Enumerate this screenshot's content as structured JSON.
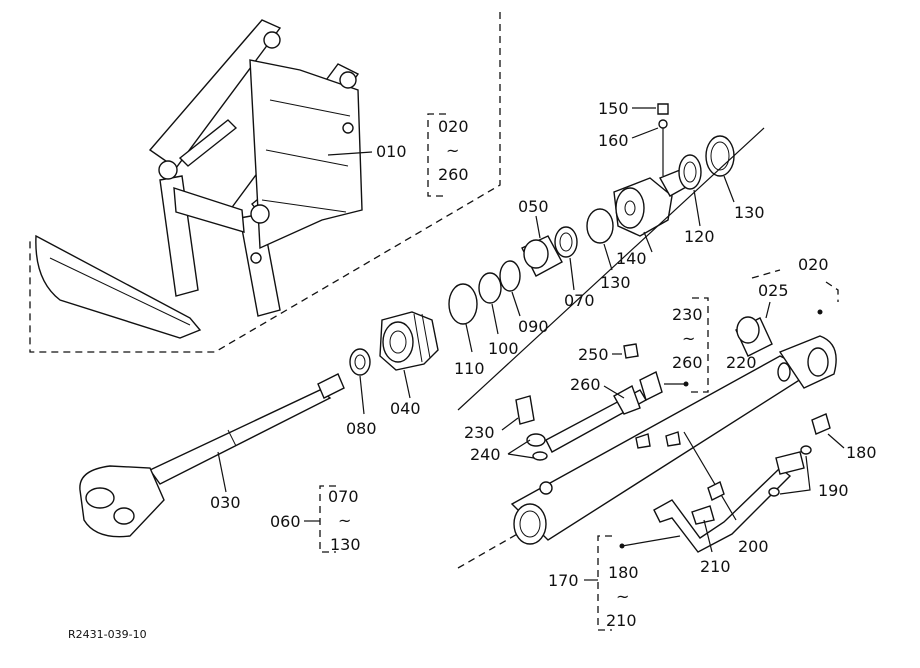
{
  "reference_code": "R2431-039-10",
  "labels": {
    "p010": "010",
    "p020_top": "020",
    "p260_top": "260",
    "tilde_a": "~",
    "p150": "150",
    "p160": "160",
    "p050": "050",
    "p130_a": "130",
    "p120": "120",
    "p140": "140",
    "p130_b": "130",
    "p070_a": "070",
    "p090": "090",
    "p100": "100",
    "p110": "110",
    "p080": "080",
    "p040": "040",
    "p030": "030",
    "p070_b": "070",
    "p060": "060",
    "tilde_b": "~",
    "p130_c": "130",
    "p020_b": "020",
    "p025": "025",
    "p220": "220",
    "p230_a": "230",
    "tilde_c": "~",
    "p260_b": "260",
    "p250": "250",
    "p260_c": "260",
    "p230_b": "230",
    "p240": "240",
    "p180_a": "180",
    "p190": "190",
    "p200": "200",
    "p210_a": "210",
    "p170": "170",
    "p180_b": "180",
    "tilde_d": "~",
    "p210_b": "210"
  }
}
